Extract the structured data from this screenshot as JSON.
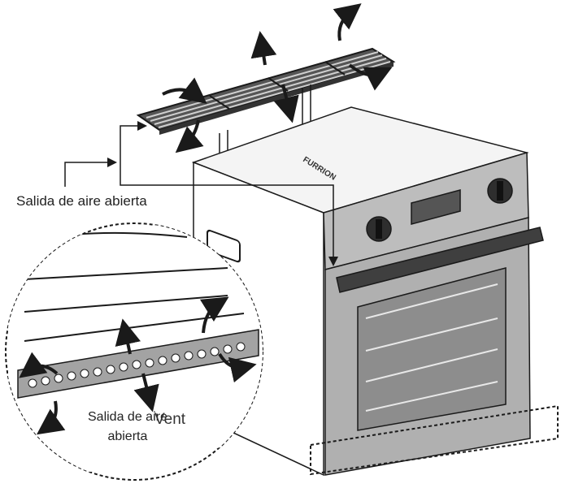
{
  "labels": {
    "top_vent_label": "Salida de aire abierta",
    "bottom_vent_label_line1": "Salida de aire",
    "bottom_vent_label_line2": "abierta",
    "overlay_label": "Vent"
  },
  "brand": {
    "text": "FURRION"
  },
  "colors": {
    "line": "#1a1a1a",
    "panel": "#b5b5b5",
    "glass": "#8a8a8a",
    "dark": "#3a3a3a"
  }
}
